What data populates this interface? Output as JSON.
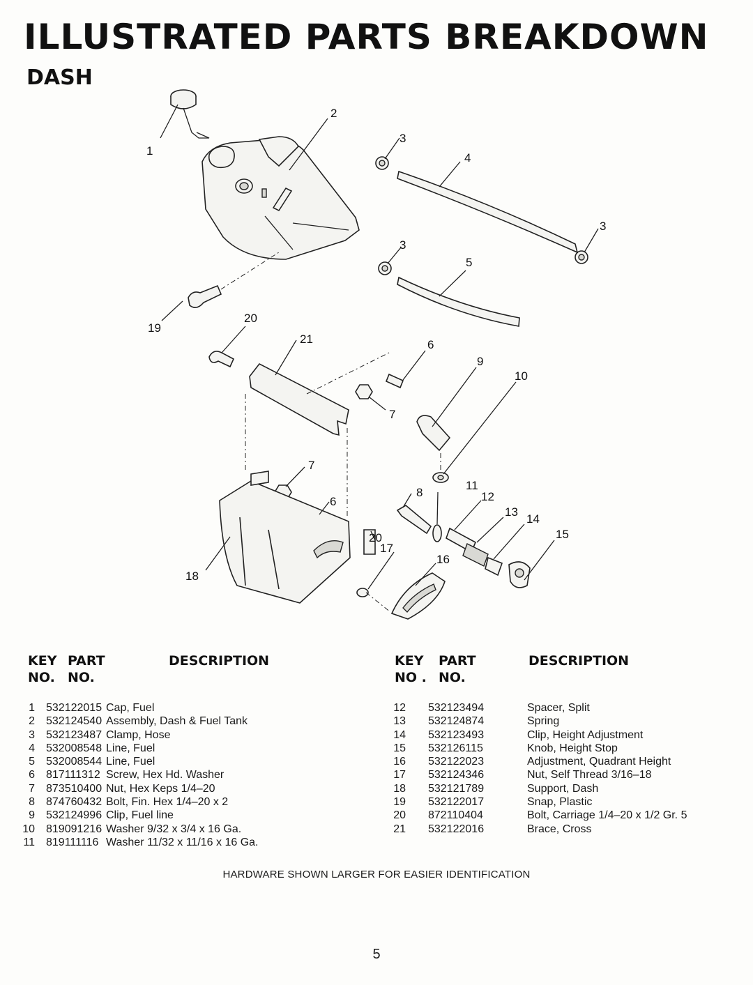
{
  "header": {
    "title": "ILLUSTRATED PARTS BREAKDOWN",
    "section": "DASH"
  },
  "columns": {
    "key": "KEY",
    "part": "PART",
    "description": "DESCRIPTION",
    "no_left": "NO.",
    "no_right_key": "NO .",
    "no_right_part": "NO."
  },
  "parts_left": [
    {
      "key": "1",
      "part": "532122015",
      "desc": "Cap, Fuel"
    },
    {
      "key": "2",
      "part": "532124540",
      "desc": "Assembly, Dash & Fuel Tank"
    },
    {
      "key": "3",
      "part": "532123487",
      "desc": "Clamp, Hose"
    },
    {
      "key": "4",
      "part": "532008548",
      "desc": "Line, Fuel"
    },
    {
      "key": "5",
      "part": "532008544",
      "desc": "Line, Fuel"
    },
    {
      "key": "6",
      "part": "817111312",
      "desc": "Screw, Hex Hd. Washer"
    },
    {
      "key": "7",
      "part": "873510400",
      "desc": "Nut, Hex Keps 1/4–20"
    },
    {
      "key": "8",
      "part": "874760432",
      "desc": "Bolt, Fin. Hex 1/4–20 x 2"
    },
    {
      "key": "9",
      "part": "532124996",
      "desc": "Clip, Fuel line"
    },
    {
      "key": "10",
      "part": "819091216",
      "desc": "Washer 9/32 x 3/4 x 16 Ga."
    },
    {
      "key": "11",
      "part": "819111116",
      "desc": "Washer 11/32 x 11/16 x 16 Ga."
    }
  ],
  "parts_right": [
    {
      "key": "12",
      "part": "532123494",
      "desc": "Spacer, Split"
    },
    {
      "key": "13",
      "part": "532124874",
      "desc": "Spring"
    },
    {
      "key": "14",
      "part": "532123493",
      "desc": "Clip, Height Adjustment"
    },
    {
      "key": "15",
      "part": "532126115",
      "desc": "Knob, Height Stop"
    },
    {
      "key": "16",
      "part": "532122023",
      "desc": "Adjustment, Quadrant Height"
    },
    {
      "key": "17",
      "part": "532124346",
      "desc": "Nut, Self Thread 3/16–18"
    },
    {
      "key": "18",
      "part": "532121789",
      "desc": "Support, Dash"
    },
    {
      "key": "19",
      "part": "532122017",
      "desc": "Snap, Plastic"
    },
    {
      "key": "20",
      "part": "872110404",
      "desc": "Bolt, Carriage 1/4–20 x 1/2 Gr. 5"
    },
    {
      "key": "21",
      "part": "532122016",
      "desc": "Brace, Cross"
    }
  ],
  "callouts": [
    "1",
    "2",
    "3",
    "4",
    "3",
    "3",
    "5",
    "19",
    "20",
    "21",
    "6",
    "9",
    "10",
    "7",
    "7",
    "8",
    "11",
    "12",
    "6",
    "13",
    "14",
    "15",
    "20",
    "17",
    "16",
    "18"
  ],
  "footnote": "HARDWARE SHOWN LARGER FOR EASIER IDENTIFICATION",
  "page_number": "5"
}
